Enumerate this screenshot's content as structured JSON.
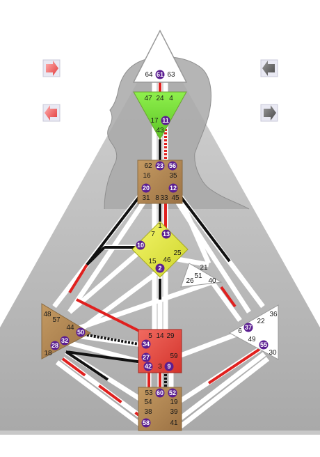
{
  "colors": {
    "bg_outer": "#ffffff",
    "bg_triangle": "#b9b9b9",
    "head_silhouette": "#a8a8a8",
    "channel_white": "#ffffff",
    "channel_red": "#e0201e",
    "channel_black": "#111111",
    "gate_active": "#5b1e91",
    "head_center": "#ffffff",
    "ajna_center": "#7be03a",
    "throat_center": "#b58a55",
    "g_center": "#e7ec42",
    "heart_center": "#ffffff",
    "sacral_center": "#e8423c",
    "root_center": "#b58a55",
    "spleen_center": "#a98156",
    "solar_plexus_center": "#ffffff"
  },
  "arrows": [
    {
      "name": "arrow-top-left-icon",
      "direction": "right",
      "color": "red"
    },
    {
      "name": "arrow-mid-left-icon",
      "direction": "left",
      "color": "red"
    },
    {
      "name": "arrow-top-right-icon",
      "direction": "left",
      "color": "dark"
    },
    {
      "name": "arrow-mid-right-icon",
      "direction": "right",
      "color": "dark"
    }
  ],
  "centers": {
    "head": {
      "gates": [
        "64",
        "61",
        "63"
      ],
      "active": [
        "61"
      ]
    },
    "ajna": {
      "gates": [
        "47",
        "24",
        "4",
        "17",
        "11",
        "43"
      ],
      "active": [
        "11"
      ]
    },
    "throat": {
      "gates": [
        "62",
        "23",
        "56",
        "16",
        "35",
        "20",
        "12",
        "31",
        "8",
        "33",
        "45"
      ],
      "active": [
        "23",
        "56",
        "20",
        "12"
      ]
    },
    "g": {
      "gates": [
        "1",
        "7",
        "13",
        "10",
        "25",
        "15",
        "46",
        "2"
      ],
      "active": [
        "13",
        "10",
        "2"
      ]
    },
    "heart": {
      "gates": [
        "21",
        "51",
        "26",
        "40"
      ],
      "active": []
    },
    "spleen": {
      "gates": [
        "48",
        "57",
        "44",
        "50",
        "32",
        "28",
        "18"
      ],
      "active": [
        "50",
        "32",
        "28"
      ]
    },
    "sacral": {
      "gates": [
        "5",
        "14",
        "29",
        "34",
        "27",
        "59",
        "42",
        "3",
        "9"
      ],
      "active": [
        "34",
        "27",
        "42",
        "9"
      ]
    },
    "solar_plexus": {
      "gates": [
        "36",
        "22",
        "6",
        "37",
        "49",
        "55",
        "30"
      ],
      "active": [
        "37",
        "55"
      ]
    },
    "root": {
      "gates": [
        "53",
        "60",
        "52",
        "54",
        "19",
        "38",
        "39",
        "58",
        "41"
      ],
      "active": [
        "60",
        "52",
        "58"
      ]
    }
  }
}
